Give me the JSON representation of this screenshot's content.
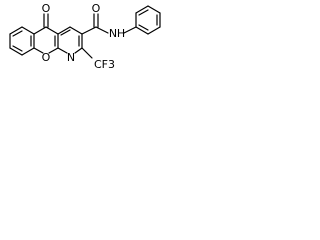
{
  "structure": {
    "atoms": [
      {
        "id": "o-carbonyl",
        "symbol": "O"
      },
      {
        "id": "o-ring",
        "symbol": "O"
      },
      {
        "id": "n-ring",
        "symbol": "N"
      },
      {
        "id": "o-amide",
        "symbol": "O"
      },
      {
        "id": "nh-amide",
        "symbol": "N"
      },
      {
        "id": "h-amide",
        "symbol": "H"
      },
      {
        "id": "cf3",
        "symbol": "CF3"
      }
    ],
    "colors": {
      "bond": "#000000",
      "label": "#000000",
      "background": "#ffffff"
    }
  }
}
